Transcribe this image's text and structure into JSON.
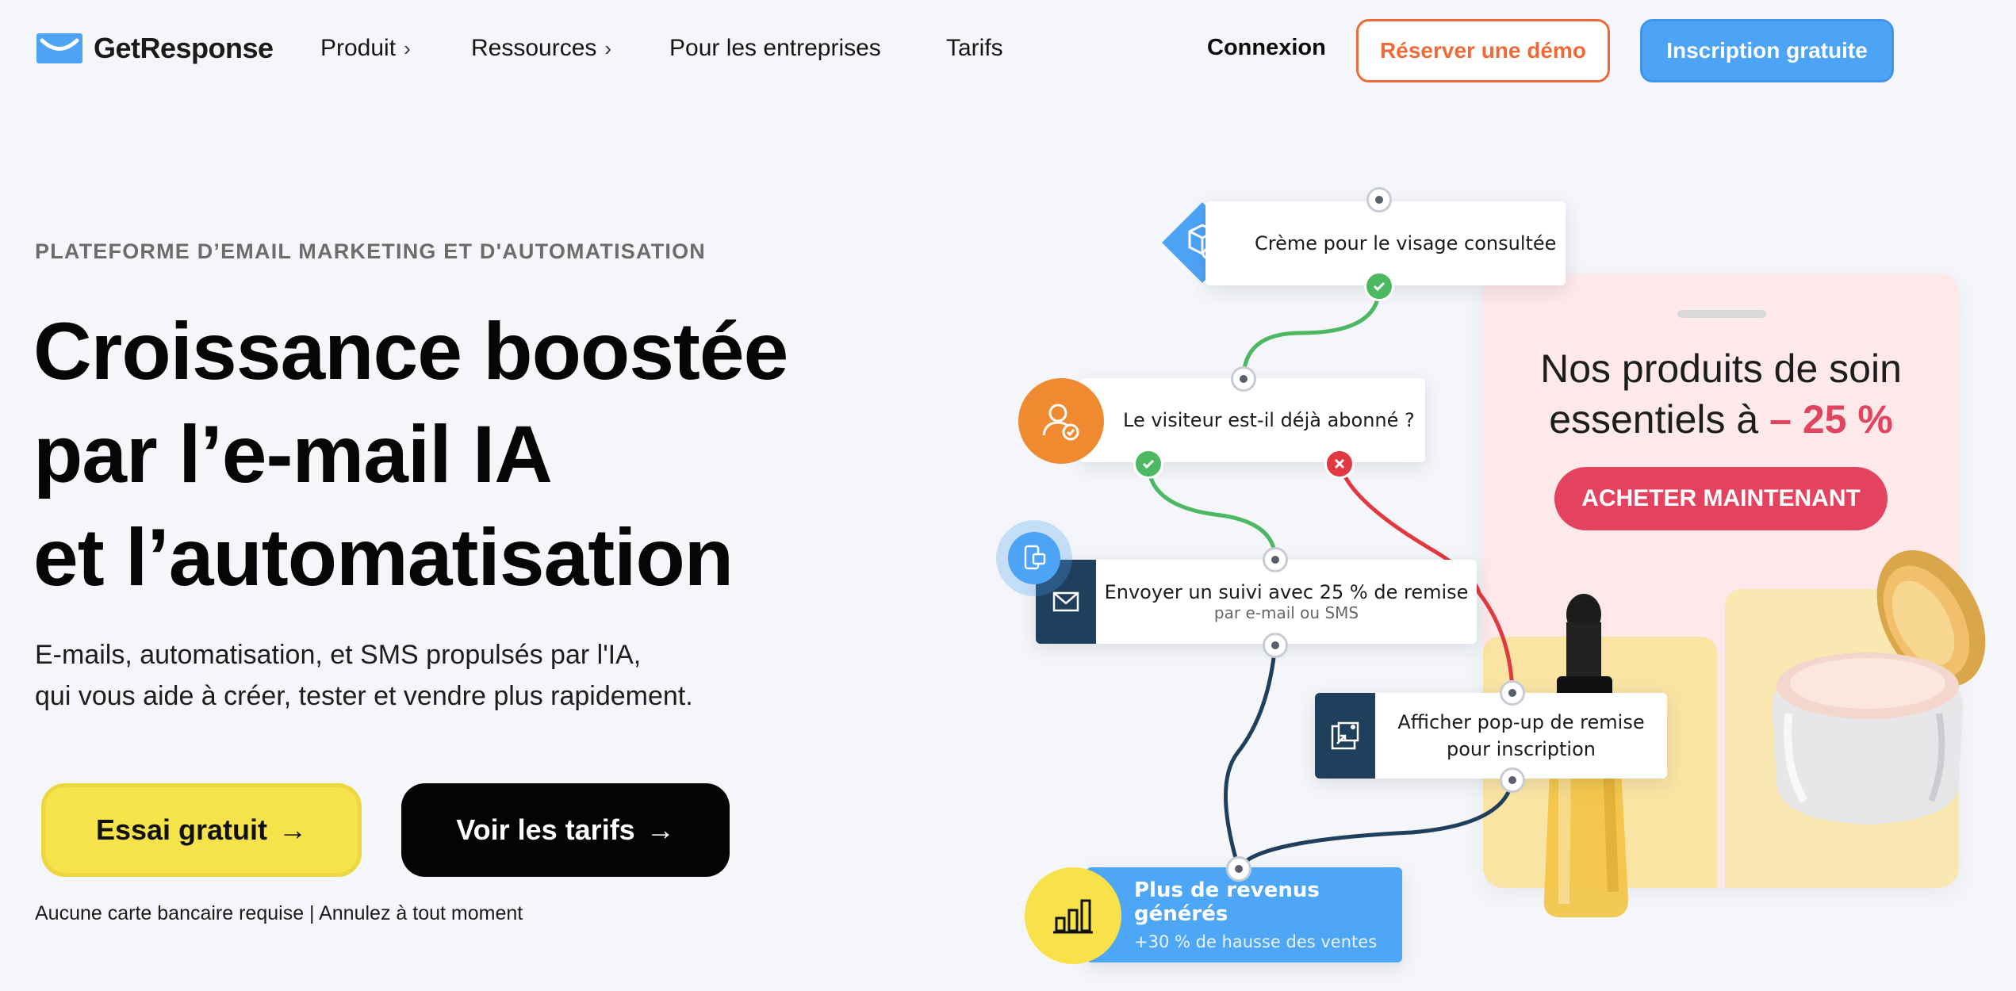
{
  "header": {
    "logo_text": "GetResponse",
    "nav": [
      {
        "label": "Produit",
        "has_chevron": true
      },
      {
        "label": "Ressources",
        "has_chevron": true
      },
      {
        "label": "Pour les entreprises",
        "has_chevron": false
      },
      {
        "label": "Tarifs",
        "has_chevron": false
      }
    ],
    "chevron_glyph": "›",
    "login_label": "Connexion",
    "demo_label": "Réserver une démo",
    "signup_label": "Inscription gratuite"
  },
  "hero": {
    "eyebrow": "PLATEFORME D’EMAIL MARKETING ET D'AUTOMATISATION",
    "headline_lines": [
      "Croissance boostée",
      "par l’e-mail IA",
      "et l’automatisation"
    ],
    "subtext_lines": [
      "E-mails, automatisation, et SMS propulsés par l'IA,",
      "qui vous aide à créer, tester et vendre plus rapidement."
    ],
    "cta_primary": "Essai gratuit",
    "cta_secondary": "Voir les tarifs",
    "arrow_glyph": "→",
    "disclaimer": "Aucune carte bancaire requise | Annulez à tout moment"
  },
  "workflow": {
    "step1": "Crème pour le visage consultée",
    "step2": "Le visiteur est-il déjà abonné ?",
    "step3_title": "Envoyer un suivi avec 25 % de remise",
    "step3_sub": "par e-mail ou SMS",
    "step4_line1": "Afficher pop-up de remise",
    "step4_line2": "pour inscription",
    "result_title": "Plus de revenus générés",
    "result_sub": "+30 % de hausse des ventes"
  },
  "promo": {
    "title_line1": "Nos produits de soin",
    "title_line2_prefix": "essentiels à ",
    "discount": "– 25 %",
    "button_label": "ACHETER MAINTENANT"
  },
  "icons": {
    "logo": "envelope-logo-icon",
    "step1": "product-view-icon",
    "step2": "user-check-icon",
    "step3": "email-icon",
    "channel": "phone-sms-icon",
    "step4": "popup-icon",
    "result": "bar-chart-icon",
    "yes": "check-icon",
    "no": "cross-icon"
  },
  "colors": {
    "background": "#f4f6fa",
    "brand_blue": "#4da3f5",
    "demo_orange": "#ef6a37",
    "cta_yellow": "#f6e24b",
    "promo_pink": "#e3435e",
    "navy": "#1f3f5c",
    "success_green": "#4cb861",
    "error_red": "#e2383f"
  }
}
